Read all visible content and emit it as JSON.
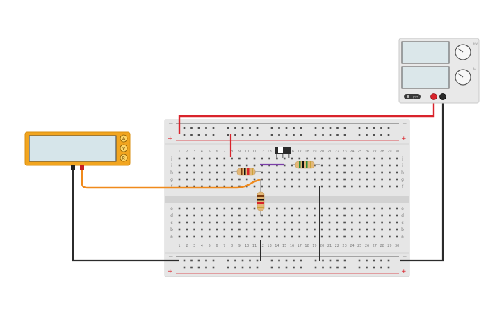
{
  "breadboard": {
    "column_numbers": [
      "1",
      "2",
      "3",
      "4",
      "5",
      "6",
      "7",
      "8",
      "9",
      "10",
      "11",
      "12",
      "13",
      "14",
      "15",
      "16",
      "17",
      "18",
      "19",
      "20",
      "21",
      "22",
      "23",
      "24",
      "25",
      "26",
      "27",
      "28",
      "29",
      "30"
    ],
    "top_rows": [
      "j",
      "i",
      "h",
      "g",
      "f"
    ],
    "bottom_rows": [
      "e",
      "d",
      "c",
      "b",
      "a"
    ],
    "rail_minus": "−",
    "rail_plus": "+"
  },
  "multimeter": {
    "modes": [
      "A",
      "V",
      "R"
    ],
    "display_value": ""
  },
  "power_supply": {
    "button_label": "pwr",
    "knob_labels": [
      "30V",
      "3A"
    ]
  },
  "colors": {
    "multimeter_body": "#f2a51f",
    "rail_red": "#d9232b",
    "rail_black": "#333333",
    "wire_red": "#d9232b",
    "wire_black": "#2b2b2b",
    "wire_orange": "#f08a1c",
    "wire_purple": "#7b3fa8",
    "breadboard": "#e4e4e4"
  }
}
